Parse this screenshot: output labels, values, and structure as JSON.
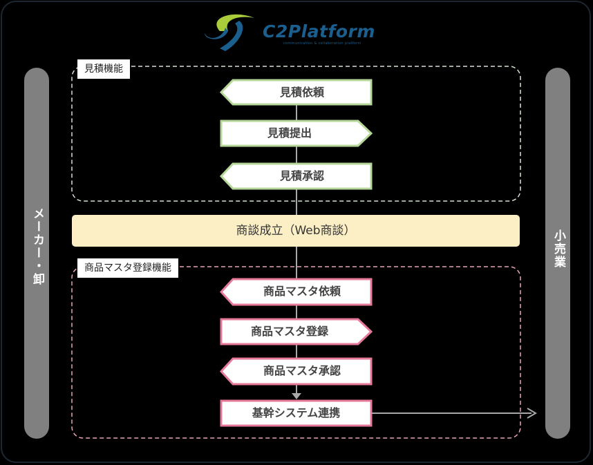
{
  "logo": {
    "name": "C2Platform",
    "tagline": "communication & collaboration platform"
  },
  "actors": {
    "left": "メーカー・卸",
    "right": "小売業"
  },
  "groups": {
    "estimate": {
      "label": "見積機能",
      "steps": [
        "見積依頼",
        "見積提出",
        "見積承認"
      ]
    },
    "deal": {
      "label": "商談成立（Web商談）"
    },
    "product_master": {
      "label": "商品マスタ登録機能",
      "steps": [
        "商品マスタ依頼",
        "商品マスタ登録",
        "商品マスタ承認"
      ]
    },
    "integration": {
      "label": "基幹システム連携"
    }
  },
  "colors": {
    "green_border": "#b5d89a",
    "pink_border": "#e6789a",
    "deal_fill": "#fcefc5",
    "side_bar": "#808080",
    "estimate_dash": "#d8e4d4",
    "master_dash": "#e6a6b8",
    "connector": "#a9a9a9"
  }
}
